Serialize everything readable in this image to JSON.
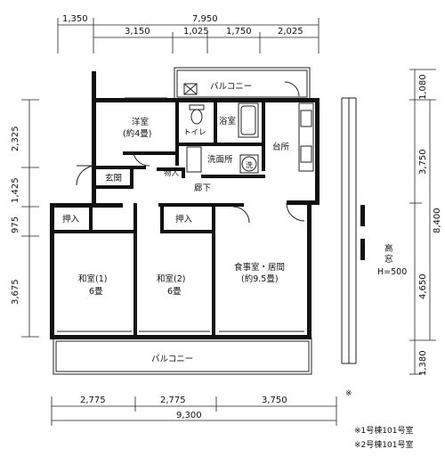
{
  "rooms": {
    "balcony_top": "バルコニー",
    "western_room": "洋室",
    "western_room_size": "(約4畳)",
    "toilet": "トイレ",
    "bathroom": "浴室",
    "kitchen": "台所",
    "storage_small": "物入",
    "washroom": "洗面所",
    "washer": "洗",
    "entrance": "玄関",
    "hallway": "廊下",
    "closet_1": "押入",
    "closet_2": "押入",
    "washitsu_1": "和室(1)",
    "washitsu_1_size": "6畳",
    "washitsu_2": "和室(2)",
    "washitsu_2_size": "6畳",
    "dining": "食事室・居間",
    "dining_size": "(約9.5畳)",
    "balcony_bottom": "バルコニー",
    "high_window_1": "高",
    "high_window_2": "窓",
    "high_window_3": "H=500"
  },
  "dimensions": {
    "top_total": "7,950",
    "top_left": "1,350",
    "top_segments": [
      "3,150",
      "1,025",
      "1,750",
      "2,025"
    ],
    "bottom_segments": [
      "2,775",
      "2,775",
      "3,750"
    ],
    "bottom_total": "9,300",
    "left_segments": [
      "2,325",
      "1,425",
      "975",
      "3,675"
    ],
    "right_segments": [
      "1,080",
      "3,750",
      "4,650",
      "1,380"
    ],
    "right_total": "8,400"
  },
  "notes": {
    "mark": "※",
    "note_1": "※1号棟101号室",
    "note_2": "※2号棟101号室"
  }
}
